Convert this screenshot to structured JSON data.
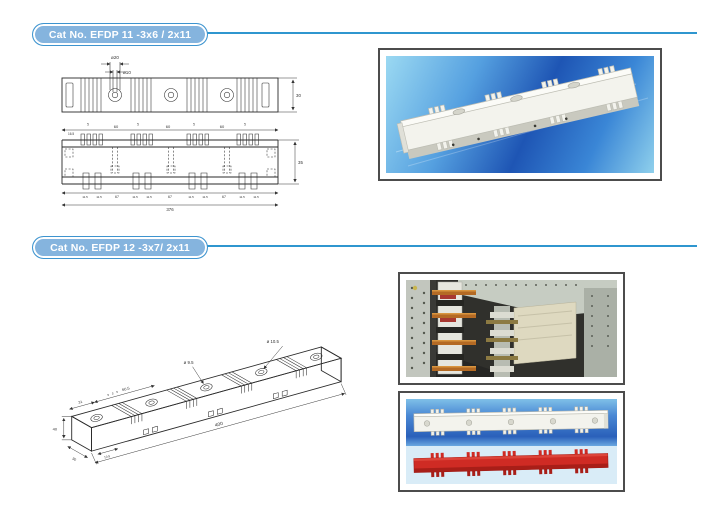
{
  "page": {
    "background": "#ffffff"
  },
  "colors": {
    "pill_fill": "#85b4de",
    "pill_border": "#3d94cf",
    "header_line": "#2f96cf",
    "header_text": "#ffffff",
    "photo_frame": "#4c4c4c",
    "photo_blue_deep": "#1e55b4",
    "photo_blue_light": "#8fd0ec",
    "support_white": "#f3f3ed",
    "support_red": "#cf2b24"
  },
  "section1": {
    "header": "Cat No. EFDP 11 -3x6 / 2x11",
    "dims": {
      "hole_outer_dia": "ø20",
      "hole_inner_dia": "ø10",
      "body_width": "30",
      "fin_pitch": "5",
      "group_spacing": "60",
      "end_offset": "16.5",
      "slot_width": "11.5",
      "hole_spacing": "67",
      "overall_length": "376",
      "body_height": "35"
    }
  },
  "section2": {
    "header": "Cat No. EFDP 12 -3x7/ 2x11",
    "dims": {
      "overall_length": "400",
      "hole_dia_large": "ø 10.5",
      "hole_dia_small": "ø 9.5",
      "hole_spacing": "60.5",
      "end_width": "31",
      "body_height": "40",
      "body_depth": "30",
      "foot_width": "10.5",
      "fin_pitch": "5"
    }
  }
}
